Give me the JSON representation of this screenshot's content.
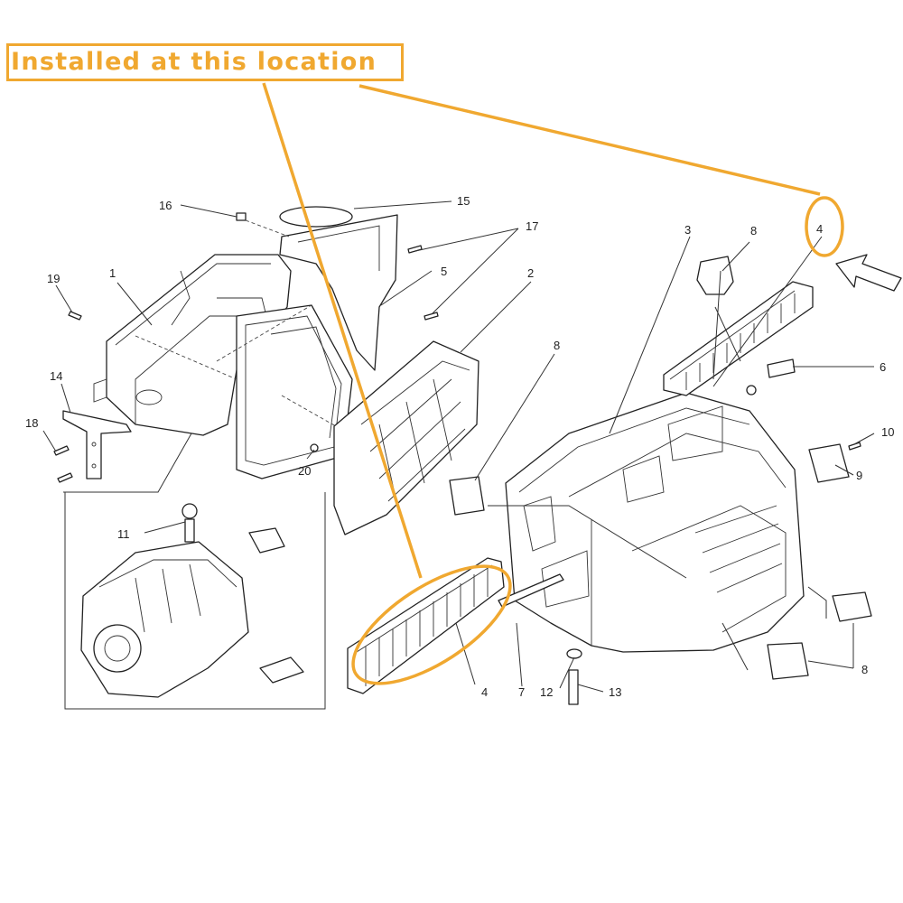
{
  "callout": {
    "text": "Installed at this location",
    "color": "#f0a830"
  },
  "parts": [
    {
      "id": "label-1",
      "text": "1"
    },
    {
      "id": "label-2",
      "text": "2"
    },
    {
      "id": "label-3",
      "text": "3"
    },
    {
      "id": "label-4a",
      "text": "4"
    },
    {
      "id": "label-4b",
      "text": "4"
    },
    {
      "id": "label-5",
      "text": "5"
    },
    {
      "id": "label-6",
      "text": "6"
    },
    {
      "id": "label-7",
      "text": "7"
    },
    {
      "id": "label-8a",
      "text": "8"
    },
    {
      "id": "label-8b",
      "text": "8"
    },
    {
      "id": "label-8c",
      "text": "8"
    },
    {
      "id": "label-9",
      "text": "9"
    },
    {
      "id": "label-10",
      "text": "10"
    },
    {
      "id": "label-11",
      "text": "11"
    },
    {
      "id": "label-12",
      "text": "12"
    },
    {
      "id": "label-13",
      "text": "13"
    },
    {
      "id": "label-14",
      "text": "14"
    },
    {
      "id": "label-15",
      "text": "15"
    },
    {
      "id": "label-16",
      "text": "16"
    },
    {
      "id": "label-17",
      "text": "17"
    },
    {
      "id": "label-18",
      "text": "18"
    },
    {
      "id": "label-19",
      "text": "19"
    },
    {
      "id": "label-20",
      "text": "20"
    }
  ]
}
